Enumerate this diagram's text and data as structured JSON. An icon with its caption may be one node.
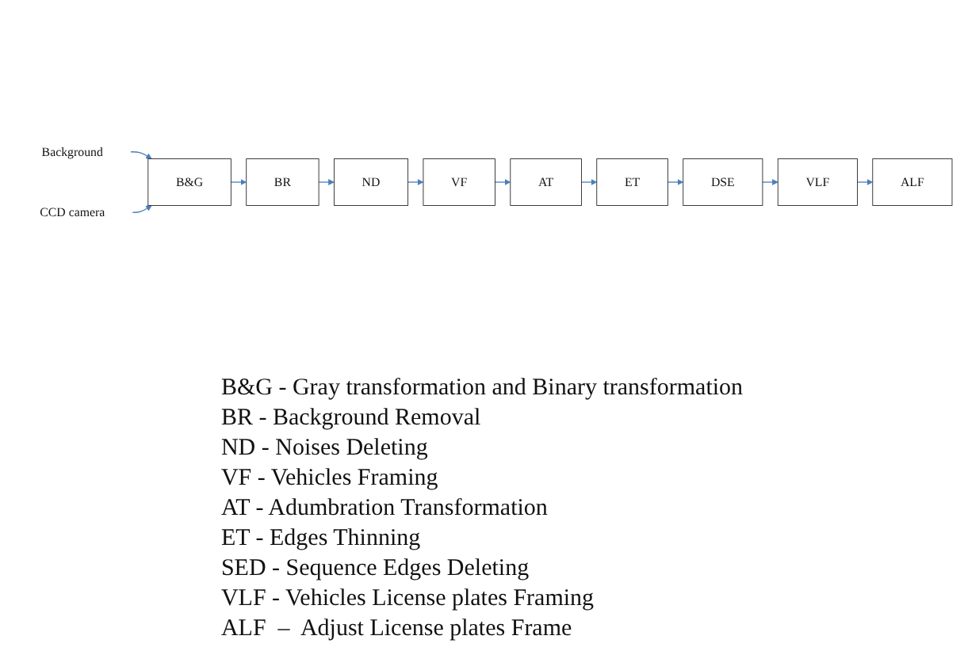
{
  "diagram": {
    "nodes": [
      {
        "text": [
          "Background"
        ]
      },
      {
        "text": [
          "CCD camera"
        ]
      },
      {
        "text": [
          "B&G"
        ]
      },
      {
        "text": [
          "BR"
        ]
      },
      {
        "text": [
          "ND"
        ]
      },
      {
        "text": [
          "VF"
        ]
      },
      {
        "text": [
          "ALF"
        ]
      },
      {
        "text": [
          "VLF"
        ]
      },
      {
        "text": [
          "DSE"
        ]
      },
      {
        "text": [
          "ET"
        ]
      },
      {
        "text": [
          "AT"
        ]
      }
    ],
    "edges": [
      {
        "from": 0,
        "to": 2,
        "arrow": "to"
      },
      {
        "from": 1,
        "to": 2,
        "arrow": "to"
      },
      {
        "from": 2,
        "to": 3,
        "arrow": "to"
      },
      {
        "from": 3,
        "to": 4,
        "arrow": "to"
      },
      {
        "from": 4,
        "to": 5,
        "arrow": "to"
      },
      {
        "from": 5,
        "to": 10,
        "arrow": "to"
      },
      {
        "from": 10,
        "to": 9,
        "arrow": "to"
      },
      {
        "from": 9,
        "to": 8,
        "arrow": "to"
      },
      {
        "from": 8,
        "to": 7,
        "arrow": "to"
      },
      {
        "from": 7,
        "to": 6,
        "arrow": "to"
      }
    ],
    "labels": [
      "B&G - Gray transformation and Binary transformation",
      "BR - Background Removal",
      "ND - Noises Deleting",
      "VF - Vehicles Framing",
      "AT - Adumbration Transformation",
      "ET - Edges Thinning",
      "SED - Sequence Edges Deleting",
      "VLF - Vehicles License plates Framing",
      "ALF  –  Adjust License plates Frame"
    ]
  }
}
